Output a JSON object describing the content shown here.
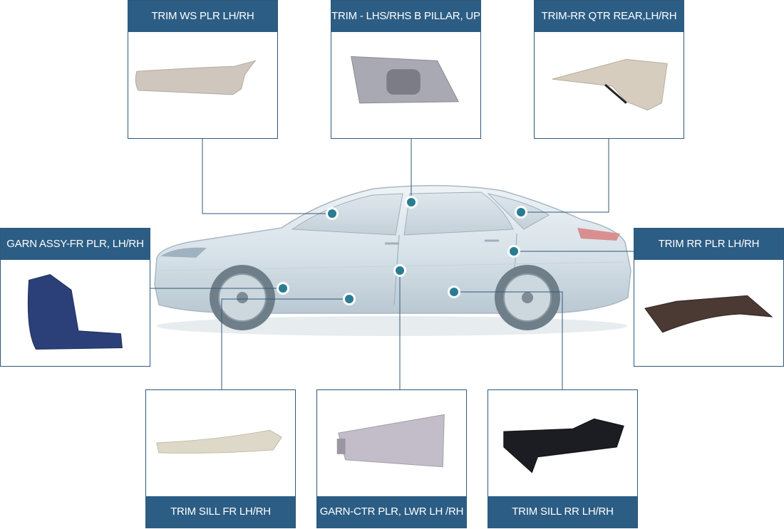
{
  "parts": [
    {
      "id": "ws-pillar",
      "label": "TRIM WS PLR LH/RH",
      "icon": "windshield-pillar-trim-photo",
      "color": "#cfc6bd"
    },
    {
      "id": "b-pillar",
      "label": "TRIM - LHS/RHS B PILLAR, UPR",
      "icon": "b-pillar-upper-trim-photo",
      "color": "#a9a9b3"
    },
    {
      "id": "qtr-rear",
      "label": "TRIM-RR QTR REAR,LH/RH",
      "icon": "rear-quarter-trim-photo",
      "color": "#d6cdbf"
    },
    {
      "id": "fr-pillar",
      "label": "GARN ASSY-FR PLR, LH/RH",
      "icon": "front-pillar-garnish-photo",
      "color": "#2b3f78"
    },
    {
      "id": "rr-pillar",
      "label": "TRIM RR PLR LH/RH",
      "icon": "rear-pillar-trim-photo",
      "color": "#4a3a33"
    },
    {
      "id": "sill-fr",
      "label": "TRIM SILL FR LH/RH",
      "icon": "front-sill-trim-photo",
      "color": "#ddd8c8"
    },
    {
      "id": "ctr-pillar",
      "label": "GARN-CTR PLR, LWR LH /RH",
      "icon": "center-pillar-lower-garnish-photo",
      "color": "#c2bdc9"
    },
    {
      "id": "sill-rr",
      "label": "TRIM SILL RR LH/RH",
      "icon": "rear-sill-trim-photo",
      "color": "#1c1d22"
    }
  ],
  "car": {
    "icon": "sedan-car-image",
    "color": "#dfe8ee"
  },
  "marker_color": "#2a7c93",
  "line_color": "#2f5878"
}
